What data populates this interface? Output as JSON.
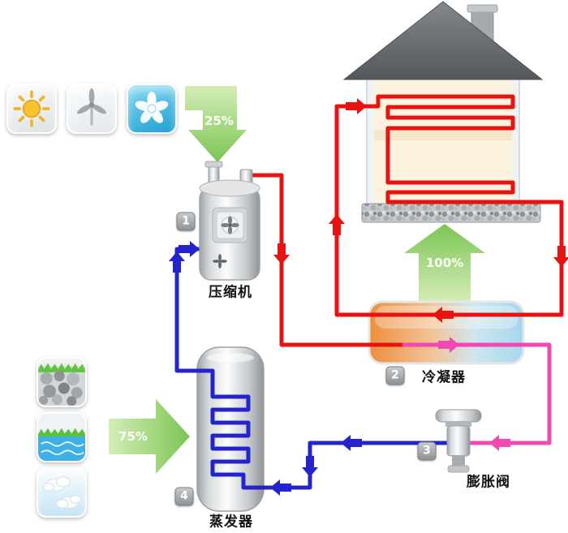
{
  "components": {
    "compressor": {
      "badge": "1",
      "label": "压缩机"
    },
    "condenser": {
      "badge": "2",
      "label": "冷凝器"
    },
    "expansion_valve": {
      "badge": "3",
      "label": "膨胀阀"
    },
    "evaporator": {
      "badge": "4",
      "label": "蒸发器"
    }
  },
  "percentages": {
    "air": "25%",
    "source": "75%",
    "output": "100%"
  },
  "icons": {
    "top_row": [
      "sun-icon",
      "wind-turbine-icon",
      "fan-icon"
    ],
    "left_column": [
      "ground-source-icon",
      "water-source-icon",
      "air-clouds-icon"
    ]
  },
  "colors": {
    "hot_pipe": "#e81310",
    "warm_pipe": "#f04ab2",
    "cold_pipe": "#2424cf",
    "energy_arrow": "#8fce66",
    "condenser_hot": "#ec8f3e",
    "condenser_cool": "#a5d7ee"
  }
}
